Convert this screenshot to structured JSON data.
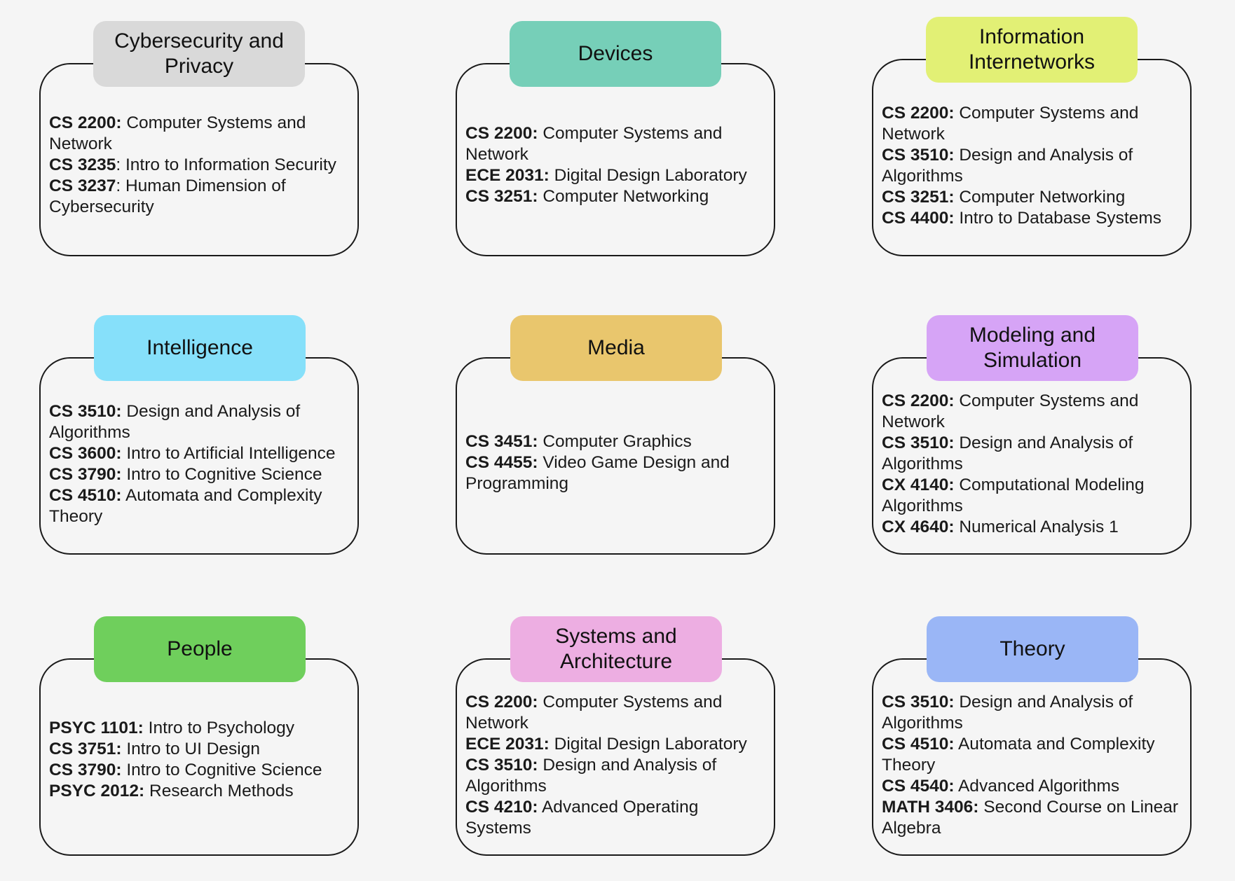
{
  "tracks": [
    {
      "title": "Cybersecurity and Privacy",
      "color": "#d9d9d9",
      "courses": [
        {
          "code": "CS 2200:",
          "name": " Computer Systems and Network"
        },
        {
          "code": "CS 3235",
          "name": ": Intro to Information Security"
        },
        {
          "code": "CS 3237",
          "name": ": Human Dimension of Cybersecurity"
        }
      ]
    },
    {
      "title": "Devices",
      "color": "#76cfb8",
      "courses": [
        {
          "code": "CS 2200:",
          "name": " Computer Systems and Network"
        },
        {
          "code": "ECE 2031:",
          "name": " Digital Design Laboratory"
        },
        {
          "code": "CS 3251:",
          "name": " Computer Networking"
        }
      ]
    },
    {
      "title": "Information Internetworks",
      "color": "#e2f075",
      "courses": [
        {
          "code": "CS 2200:",
          "name": " Computer Systems and Network"
        },
        {
          "code": "CS 3510:",
          "name": " Design and Analysis of Algorithms"
        },
        {
          "code": "CS 3251:",
          "name": " Computer Networking"
        },
        {
          "code": "CS 4400:",
          "name": " Intro to Database Systems"
        }
      ]
    },
    {
      "title": "Intelligence",
      "color": "#86e0fa",
      "courses": [
        {
          "code": "CS 3510:",
          "name": " Design and Analysis of Algorithms"
        },
        {
          "code": "CS 3600:",
          "name": " Intro to Artificial Intelligence"
        },
        {
          "code": "CS 3790:",
          "name": " Intro to Cognitive Science"
        },
        {
          "code": "CS 4510:",
          "name": " Automata and Complexity Theory"
        }
      ]
    },
    {
      "title": "Media",
      "color": "#e9c66d",
      "courses": [
        {
          "code": "CS 3451:",
          "name": " Computer Graphics"
        },
        {
          "code": "CS 4455:",
          "name": " Video Game Design and Programming"
        }
      ]
    },
    {
      "title": "Modeling and Simulation",
      "color": "#d6a4f6",
      "courses": [
        {
          "code": "CS 2200:",
          "name": " Computer Systems and Network"
        },
        {
          "code": "CS 3510:",
          "name": " Design and Analysis of Algorithms"
        },
        {
          "code": "CX 4140:",
          "name": " Computational Modeling Algorithms"
        },
        {
          "code": "CX 4640:",
          "name": " Numerical Analysis 1"
        }
      ]
    },
    {
      "title": "People",
      "color": "#6fcf5c",
      "courses": [
        {
          "code": "PSYC 1101:",
          "name": " Intro to Psychology"
        },
        {
          "code": "CS 3751:",
          "name": " Intro to UI Design"
        },
        {
          "code": "CS 3790:",
          "name": " Intro to Cognitive Science"
        },
        {
          "code": "PSYC 2012:",
          "name": " Research Methods"
        }
      ]
    },
    {
      "title": "Systems and Architecture",
      "color": "#edaee2",
      "courses": [
        {
          "code": "CS 2200:",
          "name": " Computer Systems and Network"
        },
        {
          "code": "ECE 2031:",
          "name": " Digital Design Laboratory"
        },
        {
          "code": "CS 3510:",
          "name": " Design and Analysis of Algorithms"
        },
        {
          "code": "CS 4210:",
          "name": " Advanced Operating Systems"
        }
      ]
    },
    {
      "title": "Theory",
      "color": "#9ab6f6",
      "courses": [
        {
          "code": "CS 3510:",
          "name": " Design and Analysis of Algorithms"
        },
        {
          "code": "CS 4510:",
          "name": " Automata and Complexity Theory"
        },
        {
          "code": "CS 4540:",
          "name": " Advanced Algorithms"
        },
        {
          "code": "MATH 3406:",
          "name": " Second Course on Linear Algebra"
        }
      ]
    }
  ]
}
